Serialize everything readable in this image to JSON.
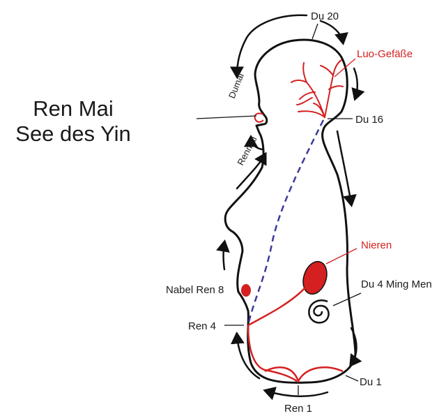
{
  "title": {
    "line1": "Ren Mai",
    "line2": "See des Yin"
  },
  "labels": {
    "du20": "Du 20",
    "luo": "Luo-Gefäße",
    "du16": "Du 16",
    "nieren": "Nieren",
    "du4": "Du 4 Ming Men",
    "nabel": "Nabel Ren 8",
    "ren4": "Ren 4",
    "du1": "Du 1",
    "ren1": "Ren 1",
    "dumai": "Dumai",
    "renmai": "Renmai"
  },
  "colors": {
    "outline": "#111111",
    "vessel_red": "#d42020",
    "dashed_blue": "#3a3a9a",
    "text": "#1a1a1a"
  }
}
